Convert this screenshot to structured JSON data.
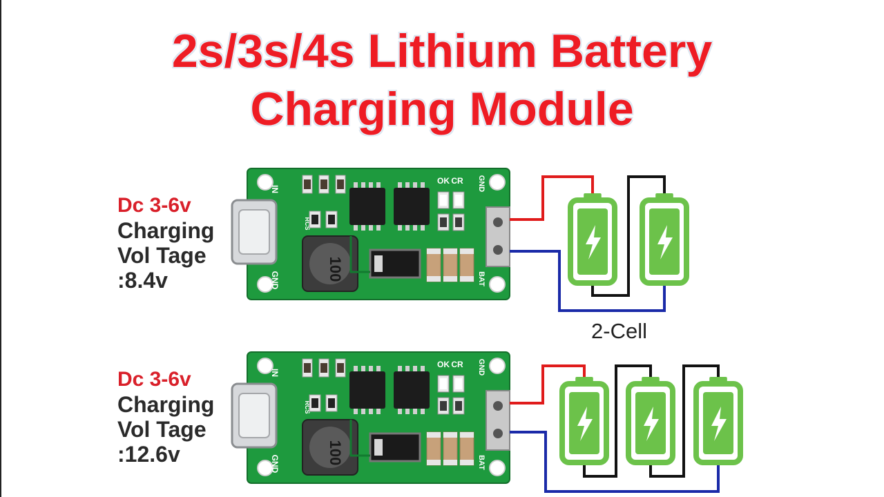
{
  "title": {
    "line1": "2s/3s/4s Lithium Battery",
    "line2": "Charging Module"
  },
  "modules": [
    {
      "input_label": "Dc 3-6v",
      "charging_label_1": "Charging",
      "charging_label_2": "Vol Tage",
      "output_voltage": ":8.4v",
      "cells": 2,
      "cells_caption": "2-Cell"
    },
    {
      "input_label": "Dc 3-6v",
      "charging_label_1": "Charging",
      "charging_label_2": "Vol Tage",
      "output_voltage": ":12.6v",
      "cells": 3
    }
  ],
  "board_markings": {
    "in": "IN",
    "gnd": "GND",
    "ok": "OK",
    "cr": "CR",
    "bat": "BAT",
    "rcs": "RCS",
    "inductor": "100"
  },
  "colors": {
    "title": "#ee1c24",
    "pcb": "#1e9a3e",
    "battery": "#6cc24a",
    "wire_positive": "#e01b1b",
    "wire_negative": "#1a2aa8",
    "wire_link": "#111111"
  }
}
